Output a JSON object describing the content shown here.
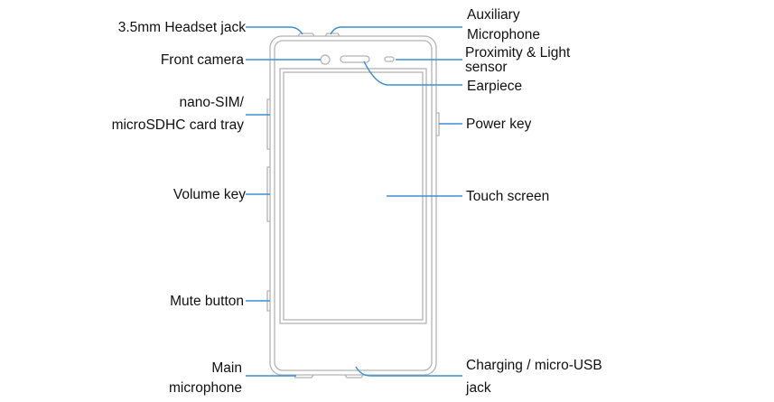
{
  "labels": {
    "headset_jack": "3.5mm Headset jack",
    "front_camera": "Front camera",
    "sim_tray_line1": "nano-SIM/",
    "sim_tray_line2": "microSDHC card tray",
    "volume_key": "Volume  key",
    "mute_button": "Mute button",
    "main_mic_line1": "Main",
    "main_mic_line2": "microphone",
    "aux_mic_line1": "Auxiliary",
    "aux_mic_line2": "Microphone",
    "proximity_line1": "Proximity & Light",
    "proximity_line2": "sensor",
    "earpiece": "Earpiece",
    "power_key": "Power  key",
    "touch_screen": "Touch screen",
    "charging_line1": "Charging / micro-USB",
    "charging_line2": "jack"
  },
  "colors": {
    "leader_line": "#3f8fd2",
    "phone_outline": "#b4b4b4",
    "text": "#111111"
  }
}
